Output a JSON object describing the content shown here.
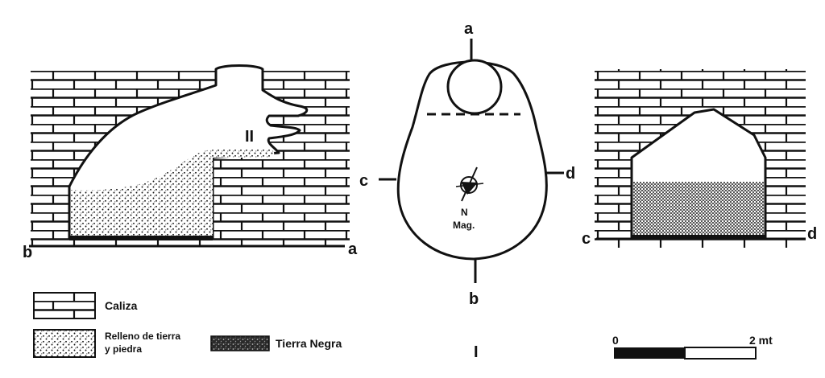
{
  "labels": {
    "left_section": {
      "start": "b",
      "end": "a",
      "chamber": "II"
    },
    "plan": {
      "top": "a",
      "bottom": "b",
      "left": "c",
      "right": "d",
      "north": "N",
      "north_sub": "Mag."
    },
    "right_section": {
      "start": "c",
      "end": "d"
    }
  },
  "legend": {
    "limestone": "Caliza",
    "fill_line1": "Relleno de tierra",
    "fill_line2": "y piedra",
    "black_earth": "Tierra Negra"
  },
  "figure_label": "I",
  "scale": {
    "start": "0",
    "end": "2 mt"
  },
  "colors": {
    "ink": "#111111",
    "paper": "#ffffff"
  }
}
